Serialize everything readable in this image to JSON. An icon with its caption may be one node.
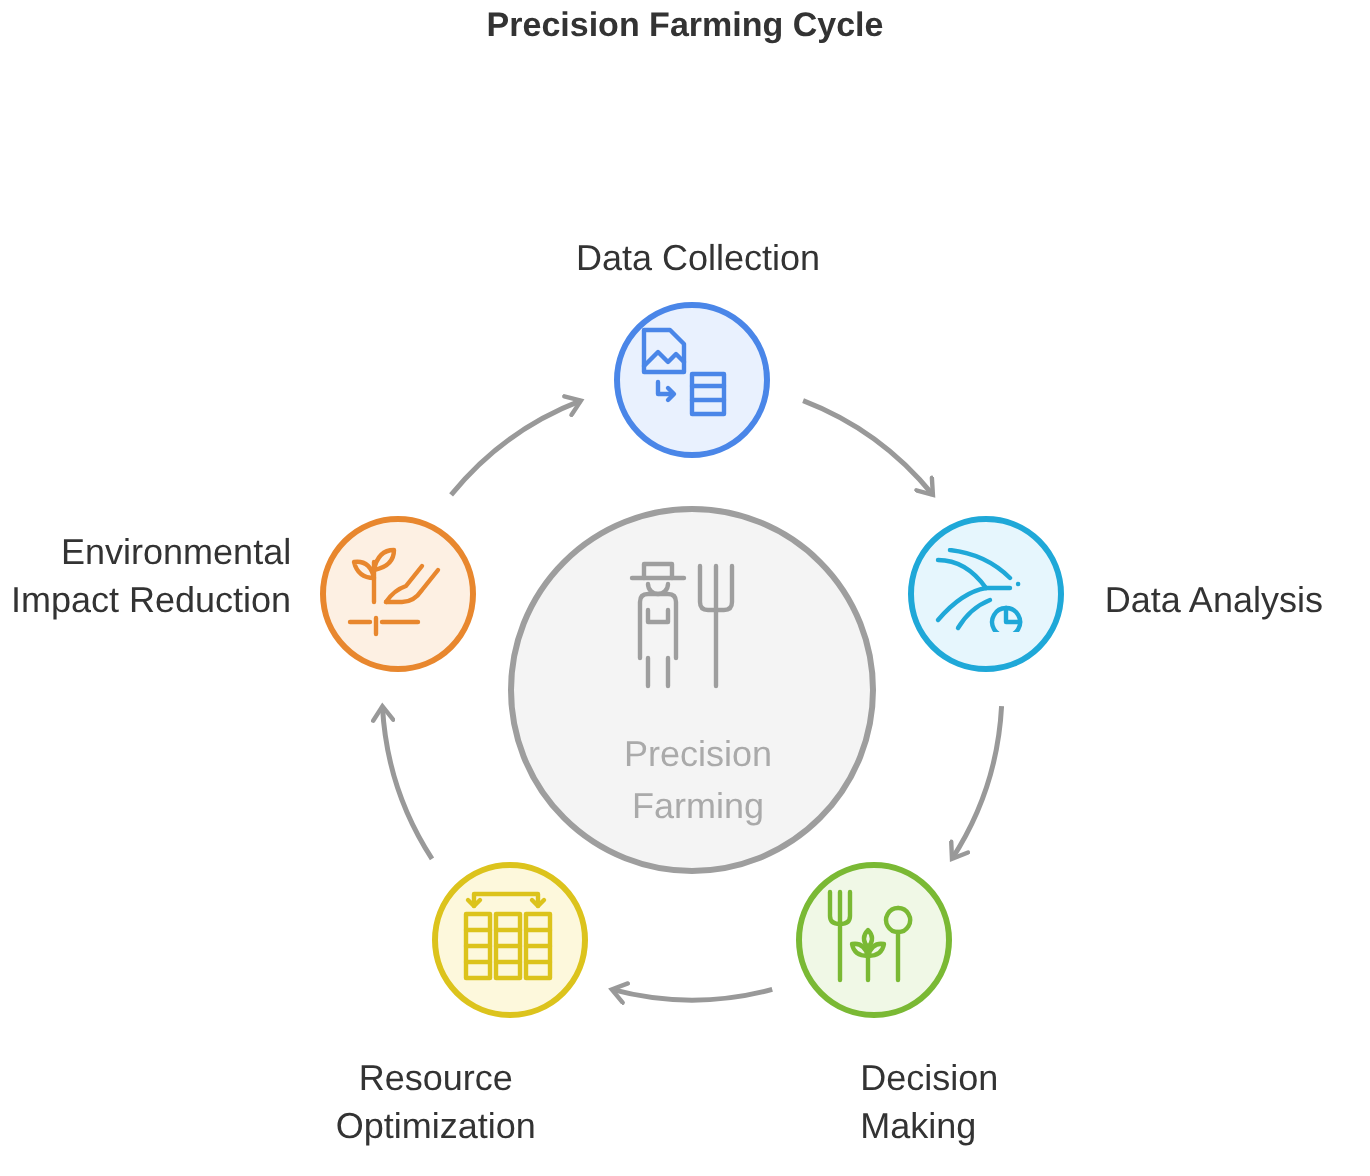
{
  "diagram": {
    "title": "Precision Farming Cycle",
    "nodes": [
      {
        "text": [
          "Precision Farming"
        ]
      },
      {
        "text": [
          "Data Collection"
        ]
      },
      {
        "text": [
          "Data Analysis"
        ]
      },
      {
        "text": [
          "Decision Making"
        ]
      },
      {
        "text": [
          "Resource Optimization"
        ]
      },
      {
        "text": [
          "Environmental Impact Reduction"
        ]
      }
    ],
    "edges": [
      {
        "from": 1,
        "to": 2,
        "arrow": "to"
      },
      {
        "from": 2,
        "to": 3,
        "arrow": "to"
      },
      {
        "from": 3,
        "to": 4,
        "arrow": "to"
      },
      {
        "from": 4,
        "to": 5,
        "arrow": "to"
      },
      {
        "from": 5,
        "to": 1,
        "arrow": "to"
      }
    ]
  }
}
